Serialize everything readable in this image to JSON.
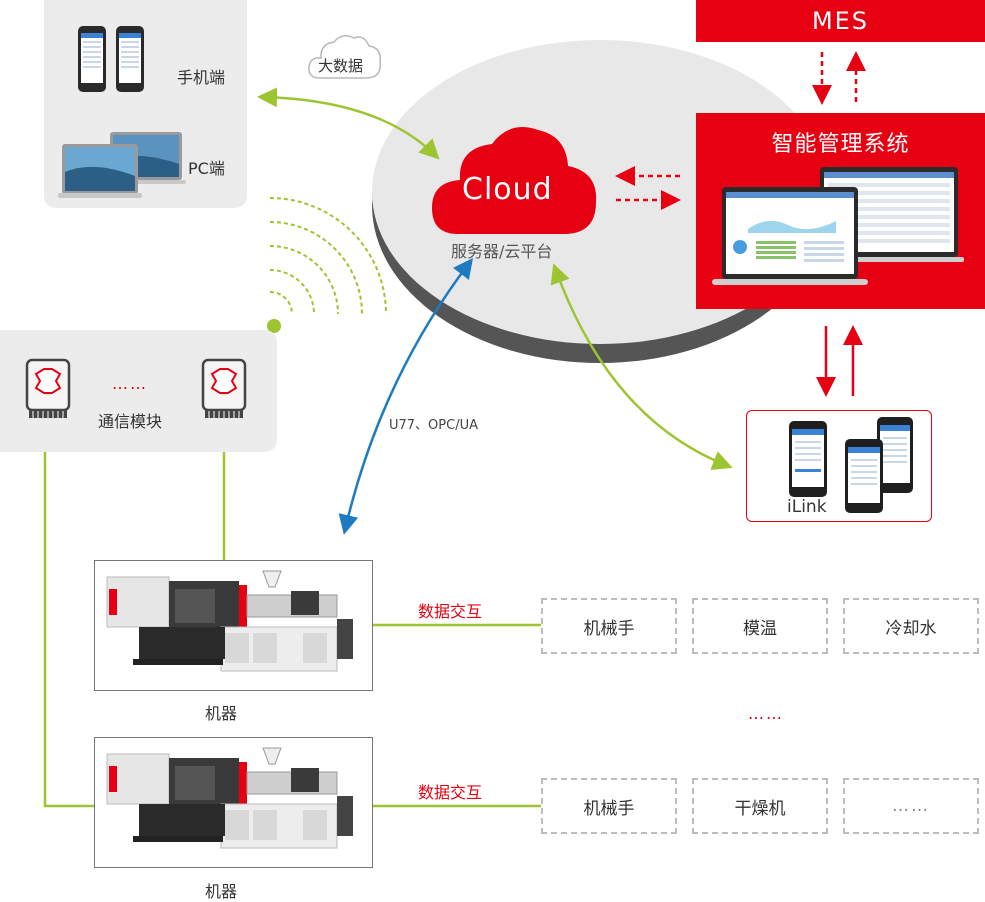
{
  "clients": {
    "mobile_label": "手机端",
    "pc_label": "PC端"
  },
  "bigdata_label": "大数据",
  "cloud": {
    "title": "Cloud",
    "subtitle": "服务器/云平台"
  },
  "mes_label": "MES",
  "management": {
    "title": "智能管理系统"
  },
  "ilink_label": "iLink",
  "comm": {
    "label": "通信模块",
    "dots": "……"
  },
  "protocol_label": "U77、OPC/UA",
  "machines": [
    {
      "label": "机器",
      "exchange_label": "数据交互",
      "peripherals": [
        "机械手",
        "模温",
        "冷却水"
      ]
    },
    {
      "label": "机器",
      "exchange_label": "数据交互",
      "peripherals": [
        "机械手",
        "干燥机",
        "……"
      ]
    }
  ],
  "middle_dots": "……",
  "colors": {
    "accent_red": "#e60012",
    "line_green": "#9dc431",
    "line_blue": "#1f7bc1",
    "panel_gray": "#ececec"
  }
}
